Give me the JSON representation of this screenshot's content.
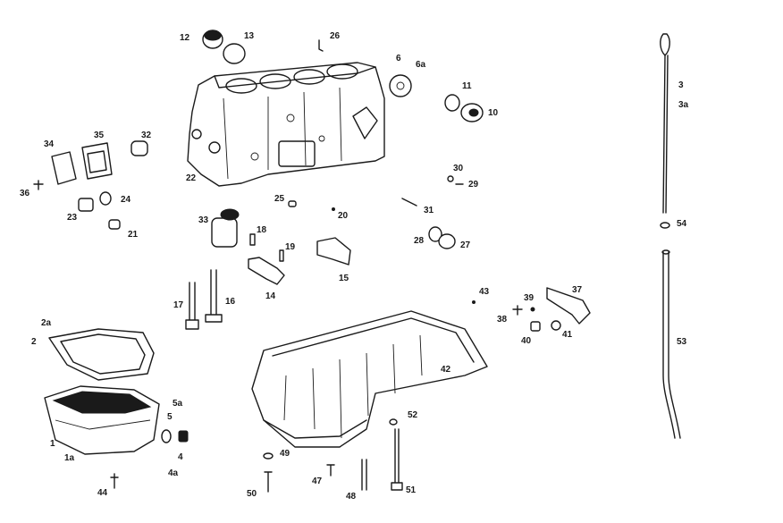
{
  "labels": {
    "p1": "1",
    "p1a": "1a",
    "p2": "2",
    "p2a": "2a",
    "p3": "3",
    "p3a": "3a",
    "p4": "4",
    "p4a": "4a",
    "p5": "5",
    "p5a": "5a",
    "p6": "6",
    "p6a": "6a",
    "p10": "10",
    "p11": "11",
    "p12": "12",
    "p13": "13",
    "p14": "14",
    "p15": "15",
    "p16": "16",
    "p17": "17",
    "p18": "18",
    "p19": "19",
    "p20": "20",
    "p21": "21",
    "p22": "22",
    "p23": "23",
    "p24": "24",
    "p25": "25",
    "p26": "26",
    "p27": "27",
    "p28": "28",
    "p29": "29",
    "p30": "30",
    "p31": "31",
    "p32": "32",
    "p33": "33",
    "p34": "34",
    "p35": "35",
    "p36": "36",
    "p37": "37",
    "p38": "38",
    "p39": "39",
    "p40": "40",
    "p41": "41",
    "p42": "42",
    "p43": "43",
    "p44": "44",
    "p47": "47",
    "p48": "48",
    "p49": "49",
    "p50": "50",
    "p51": "51",
    "p52": "52",
    "p53": "53",
    "p54": "54"
  }
}
